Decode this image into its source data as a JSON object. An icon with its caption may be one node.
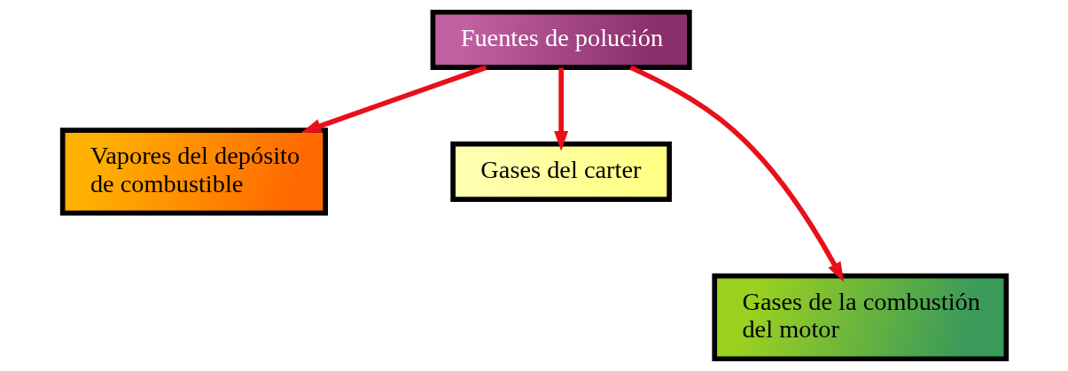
{
  "diagram": {
    "nodes": [
      {
        "text": [
          "Fuentes de polución"
        ]
      },
      {
        "text": [
          "Vapores del depósito de combustible"
        ]
      },
      {
        "text": [
          "Gases del carter"
        ]
      },
      {
        "text": [
          "Gases de la combustión del motor"
        ]
      }
    ],
    "edges": [
      {
        "from": 0,
        "to": 1,
        "arrow": "to",
        "color": "#e8101a"
      },
      {
        "from": 0,
        "to": 3,
        "arrow": "to",
        "color": "#e8101a"
      },
      {
        "from": 0,
        "to": 2,
        "arrow": "to",
        "color": "#e8101a"
      }
    ]
  }
}
